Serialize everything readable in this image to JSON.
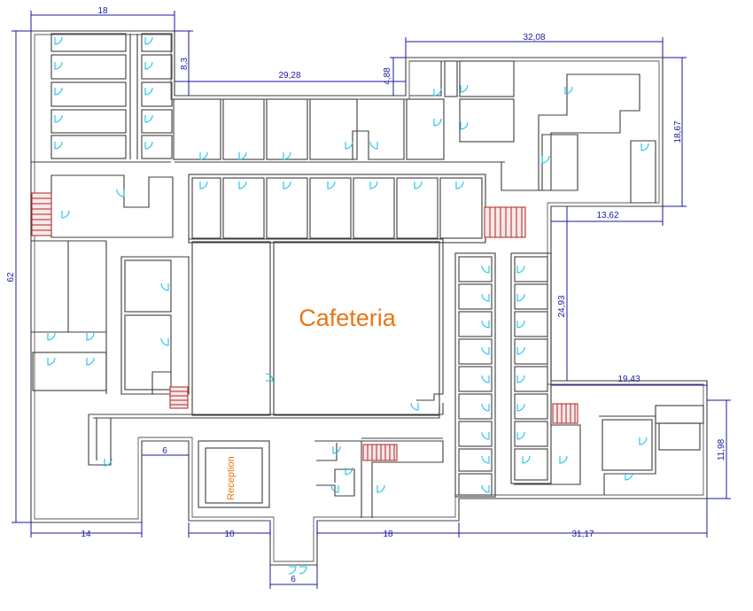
{
  "rooms": {
    "cafeteria": "Cafeteria",
    "reception": "Reception"
  },
  "dimensions": {
    "top_left_width": "18",
    "upper_right_width": "32,08",
    "corridor_offset": "8,3",
    "corridor_length": "29,28",
    "corridor_step": "4,88",
    "right_block_height": "18,67",
    "right_notch": "13,62",
    "overall_height": "62",
    "east_wing_drop": "24,93",
    "south_east_width": "19,43",
    "south_east_height": "11,98",
    "entrance_gap": "6",
    "bottom_left": "14",
    "bottom_mid": "10",
    "bottom_center": "18",
    "bottom_right": "31,17",
    "entrance_width": "6"
  },
  "colors": {
    "walls": "#3c3c3c",
    "dimensions": "#1a1aa0",
    "doors": "#19c3e6",
    "stairs": "#b22222",
    "labels": "#e87514"
  }
}
